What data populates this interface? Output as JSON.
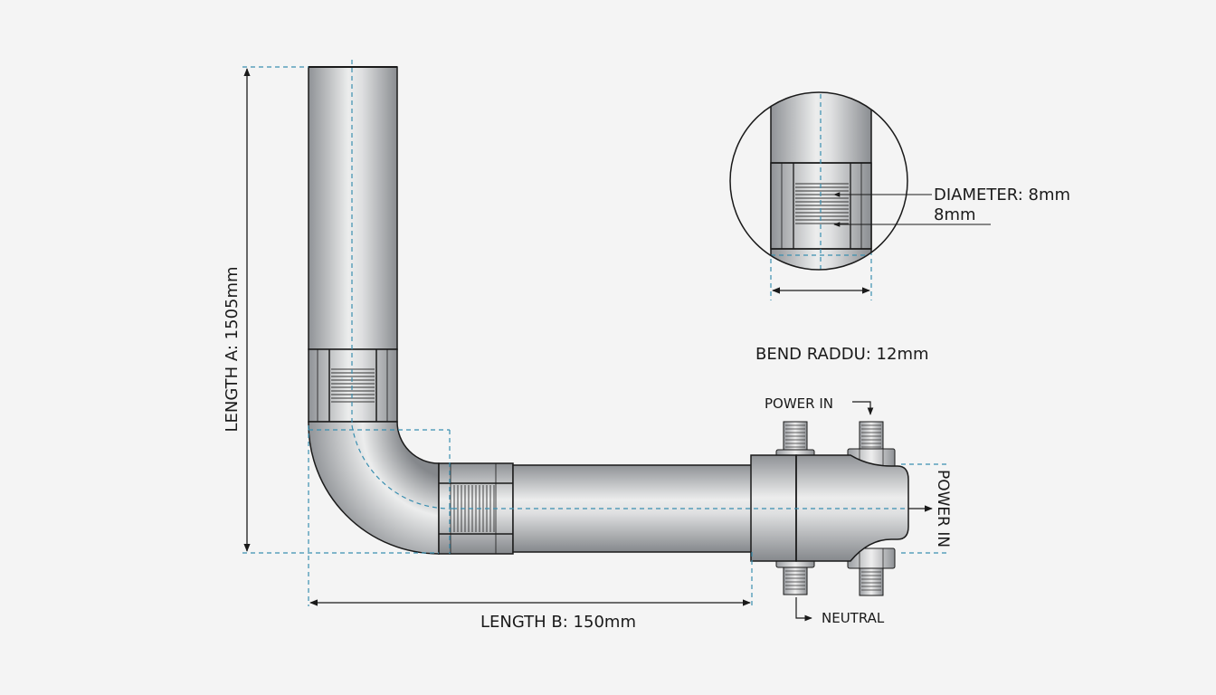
{
  "labels": {
    "length_a": "LENGTH A: 1505mm",
    "length_b": "LENGTH B: 150mm",
    "diameter": "DIAMETER: 8mm",
    "diameter_sub": "8mm",
    "bend_radius": "BEND RADDU: 12mm",
    "power_in_top": "POWER IN",
    "power_in_side": "POWER IN",
    "neutral": "NEUTRAL"
  },
  "colors": {
    "background": "#f4f4f4",
    "outline": "#1a1a1a",
    "guide": "#3a8fb0",
    "metal_dark": "#8f9296",
    "metal_light": "#e6e7e8"
  }
}
